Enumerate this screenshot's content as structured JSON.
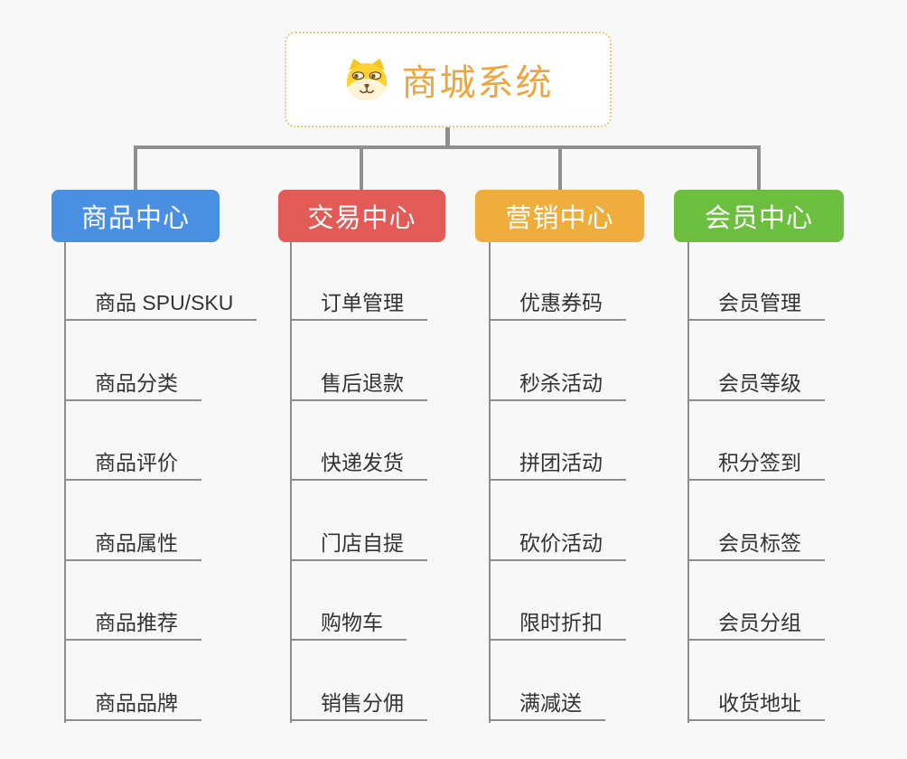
{
  "canvas": {
    "background": "#f8f8f8",
    "connector_color": "#8f8f8f",
    "item_text_color": "#333333",
    "item_underline_color": "#8d8d8d"
  },
  "root": {
    "title": "商城系统",
    "icon": "dog-face-icon",
    "text_color": "#efa53c",
    "border_color": "#f3c27a"
  },
  "branches": [
    {
      "label": "商品中心",
      "color": "#4a90e2",
      "items": [
        "商品 SPU/SKU",
        "商品分类",
        "商品评价",
        "商品属性",
        "商品推荐",
        "商品品牌"
      ]
    },
    {
      "label": "交易中心",
      "color": "#e25b56",
      "items": [
        "订单管理",
        "售后退款",
        "快递发货",
        "门店自提",
        "购物车",
        "销售分佣"
      ]
    },
    {
      "label": "营销中心",
      "color": "#efad3d",
      "items": [
        "优惠券码",
        "秒杀活动",
        "拼团活动",
        "砍价活动",
        "限时折扣",
        "满减送"
      ]
    },
    {
      "label": "会员中心",
      "color": "#6cbe3e",
      "items": [
        "会员管理",
        "会员等级",
        "积分签到",
        "会员标签",
        "会员分组",
        "收货地址"
      ]
    }
  ]
}
